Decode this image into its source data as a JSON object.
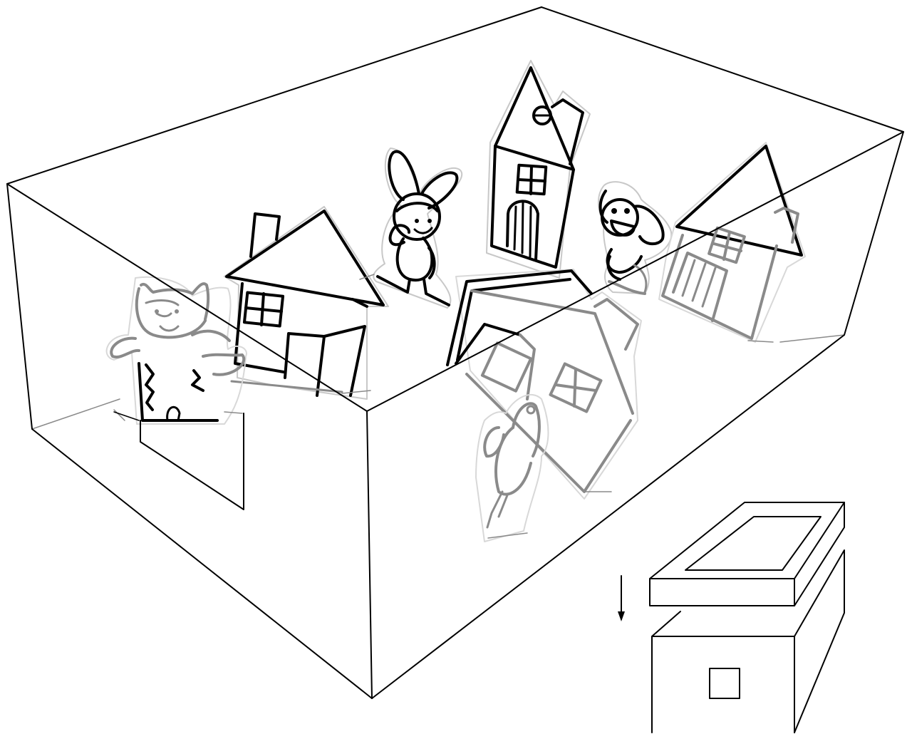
{
  "diagram": {
    "kind": "line illustration",
    "colors": {
      "line": "#000000",
      "hidden_line": "#8a8a8a",
      "cutout_outline": "#c8c8c8",
      "background": "#ffffff"
    },
    "figures": [
      {
        "name": "cat",
        "state": "behind front wall"
      },
      {
        "name": "rabbit",
        "state": "visible"
      },
      {
        "name": "tall-house",
        "state": "visible"
      },
      {
        "name": "monkey",
        "state": "partly behind wall"
      },
      {
        "name": "small-house-left",
        "state": "visible"
      },
      {
        "name": "house-right",
        "state": "mostly behind right wall"
      },
      {
        "name": "fallen-house",
        "state": "partly behind front wall"
      },
      {
        "name": "bird",
        "state": "behind front wall"
      }
    ],
    "inset": {
      "arrow": "down",
      "parts": [
        "lid",
        "box"
      ]
    }
  }
}
